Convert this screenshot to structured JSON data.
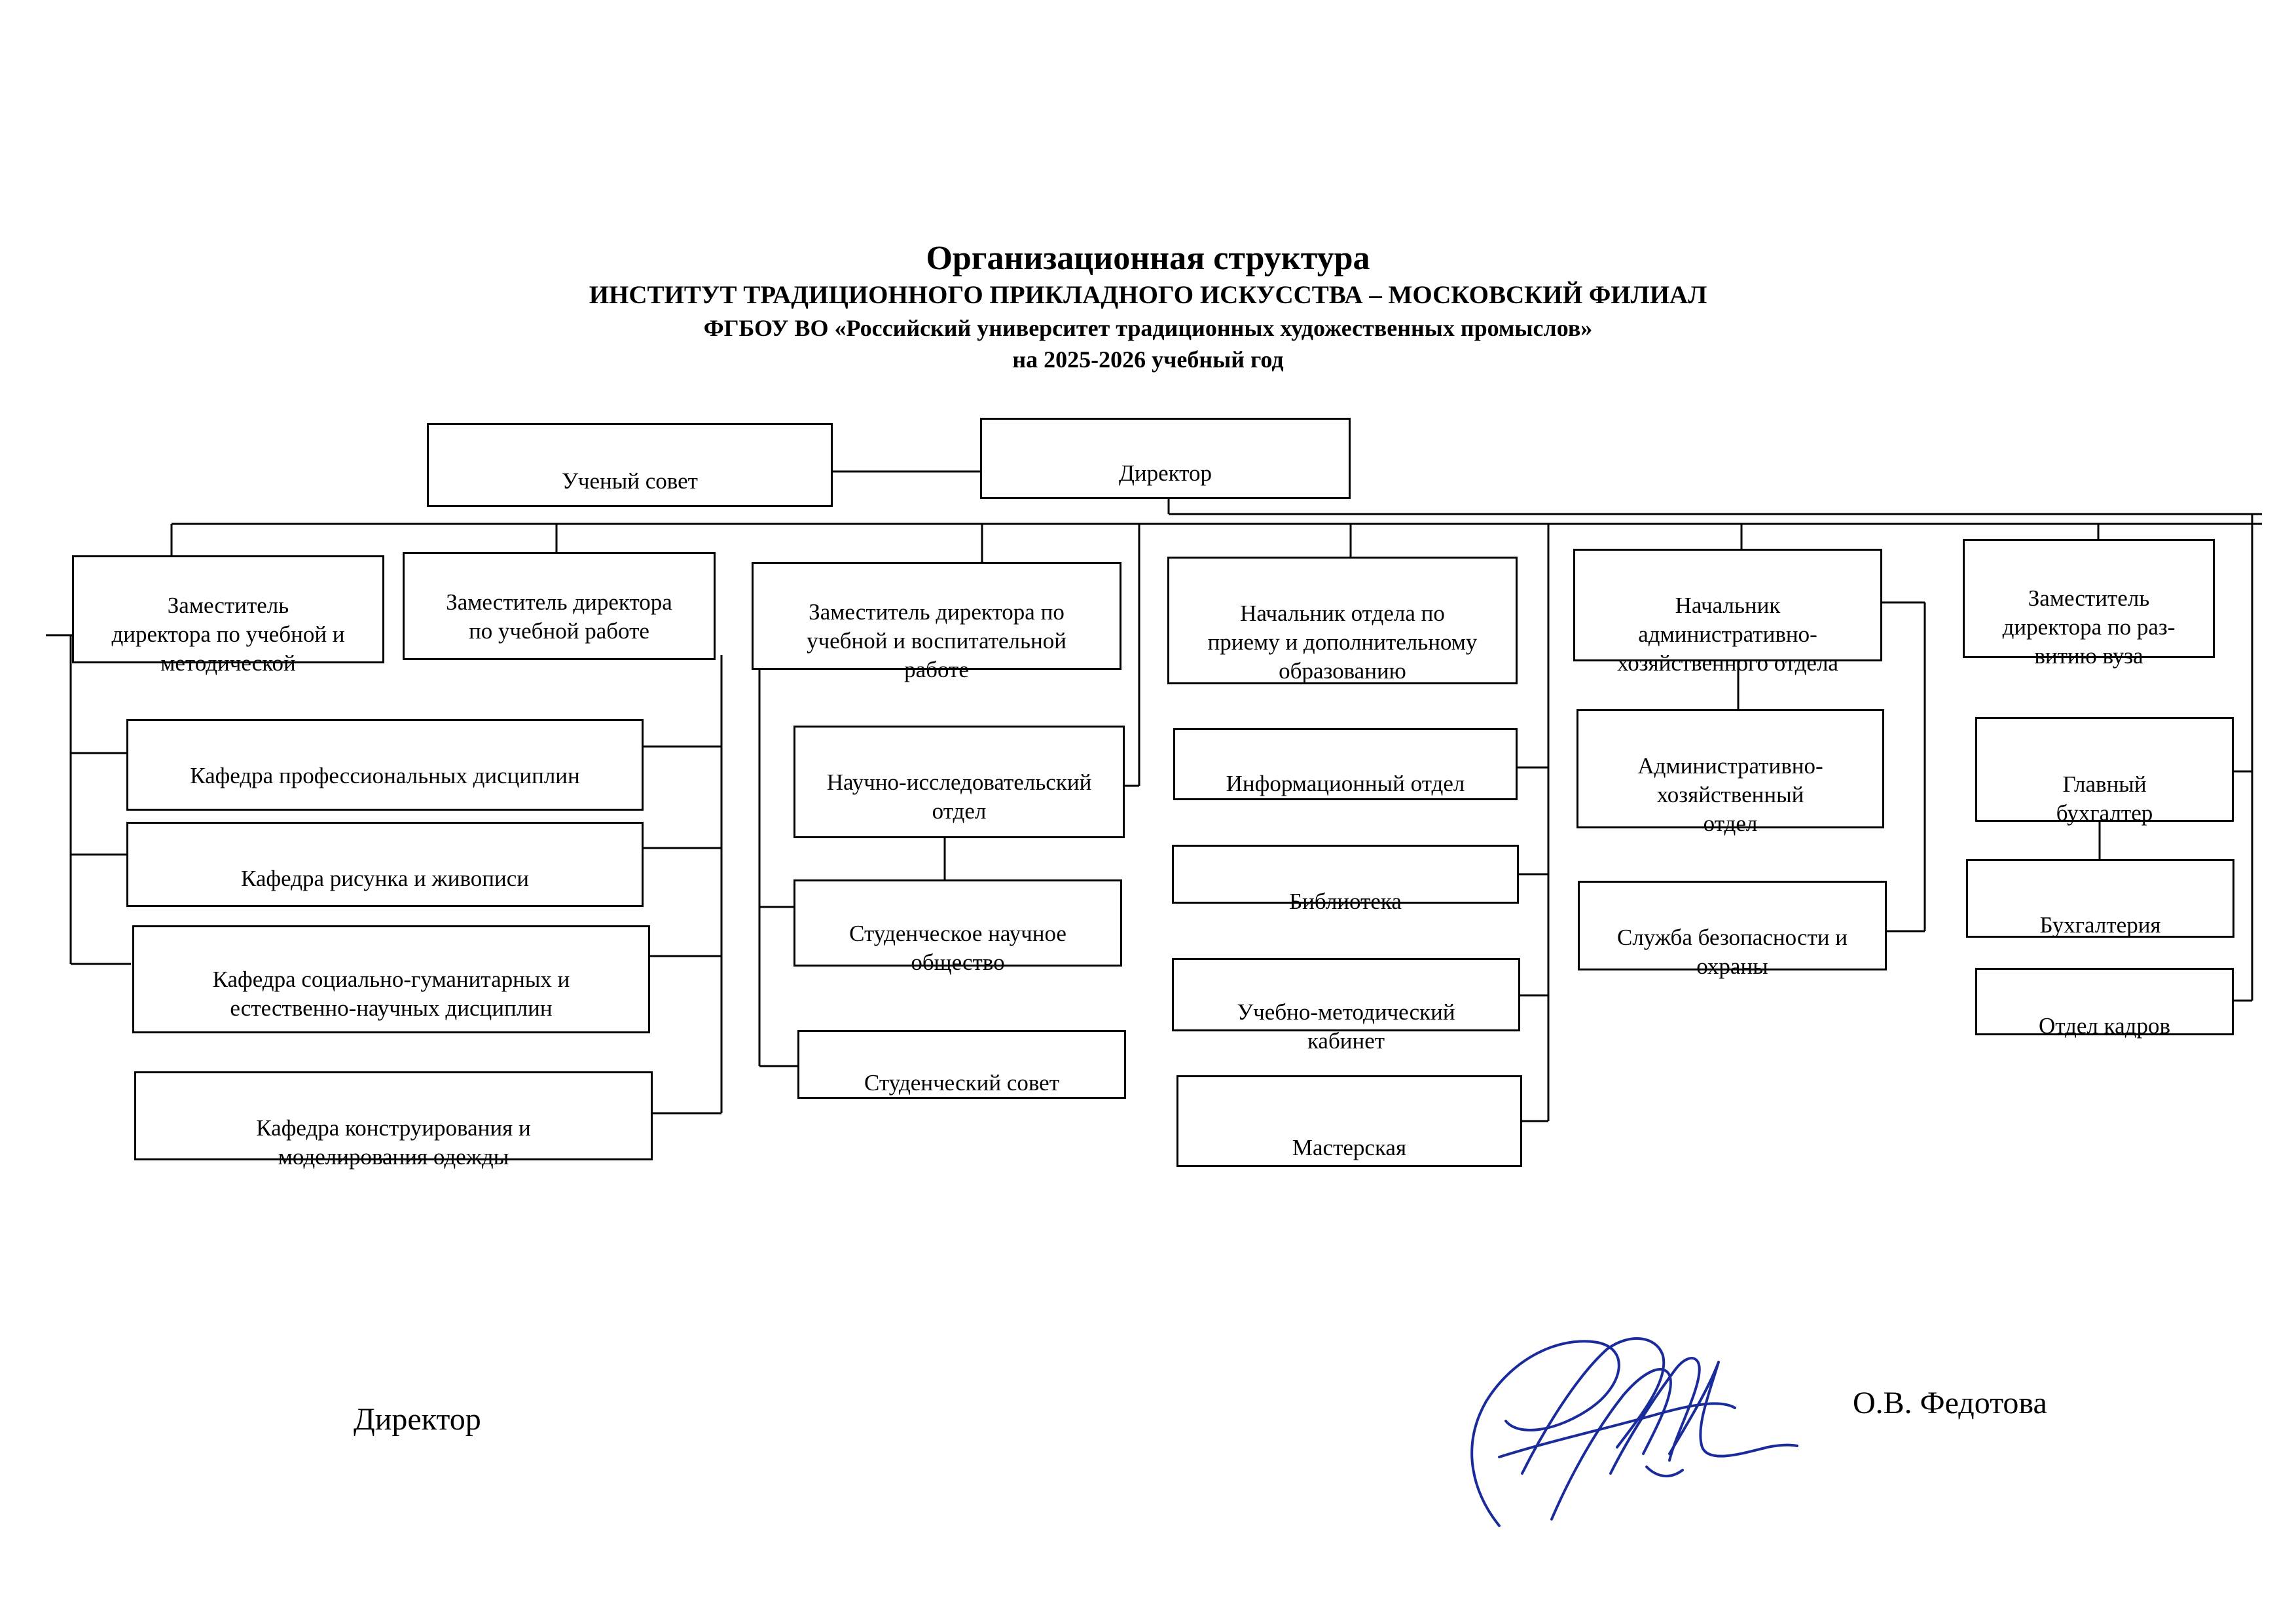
{
  "header": {
    "title": "Организационная структура",
    "institute": "ИНСТИТУТ ТРАДИЦИОННОГО ПРИКЛАДНОГО ИСКУССТВА – МОСКОВСКИЙ ФИЛИАЛ",
    "university": "ФГБОУ ВО «Российский университет традиционных художественных промыслов»",
    "year": "на 2025-2026 учебный год"
  },
  "top": {
    "academic_council": "Ученый совет",
    "director": "Директор"
  },
  "deputies": {
    "dep_teaching_methodical": "Заместитель\nдиректора по учебной и\nметодической",
    "dep_teaching_work": "Заместитель директора\nпо учебной работе",
    "dep_teaching_educational": "Заместитель директора по\nучебной и воспитательной\nработе",
    "head_admission": "Начальник отдела по\nприему  и дополнительному\nобразованию",
    "head_admin_econ": "Начальник\nадминистративно-\nхозяйственного отдела",
    "dep_development": "Заместитель\nдиректора по раз-\nвитию вуза"
  },
  "departments": {
    "prof_disciplines": "Кафедра профессиональных дисциплин",
    "drawing_painting": "Кафедра рисунка и живописи",
    "social_humanities": "Кафедра социально-гуманитарных и\nестественно-научных дисциплин",
    "clothing_design": "Кафедра конструирования и\nмоделирования одежды"
  },
  "research": {
    "research_dept": "Научно-исследовательский\nотдел",
    "student_scientific": "Студенческое научное\nобщество",
    "student_council": "Студенческий совет"
  },
  "admission_units": {
    "info_dept": "Информационный отдел",
    "library": "Библиотека",
    "methodical_cabinet": "Учебно-методический\nкабинет",
    "workshop": "Мастерская"
  },
  "admin_units": {
    "admin_econ_dept": "Административно-\nхозяйственный\nотдел",
    "security": "Служба безопасности и\nохраны"
  },
  "finance_units": {
    "chief_accountant": "Главный\nбухгалтер",
    "accounting": "Бухгалтерия",
    "hr": "Отдел кадров"
  },
  "footer": {
    "position": "Директор",
    "name": "О.В. Федотова"
  },
  "colors": {
    "signature_ink": "#1a2b9c"
  }
}
